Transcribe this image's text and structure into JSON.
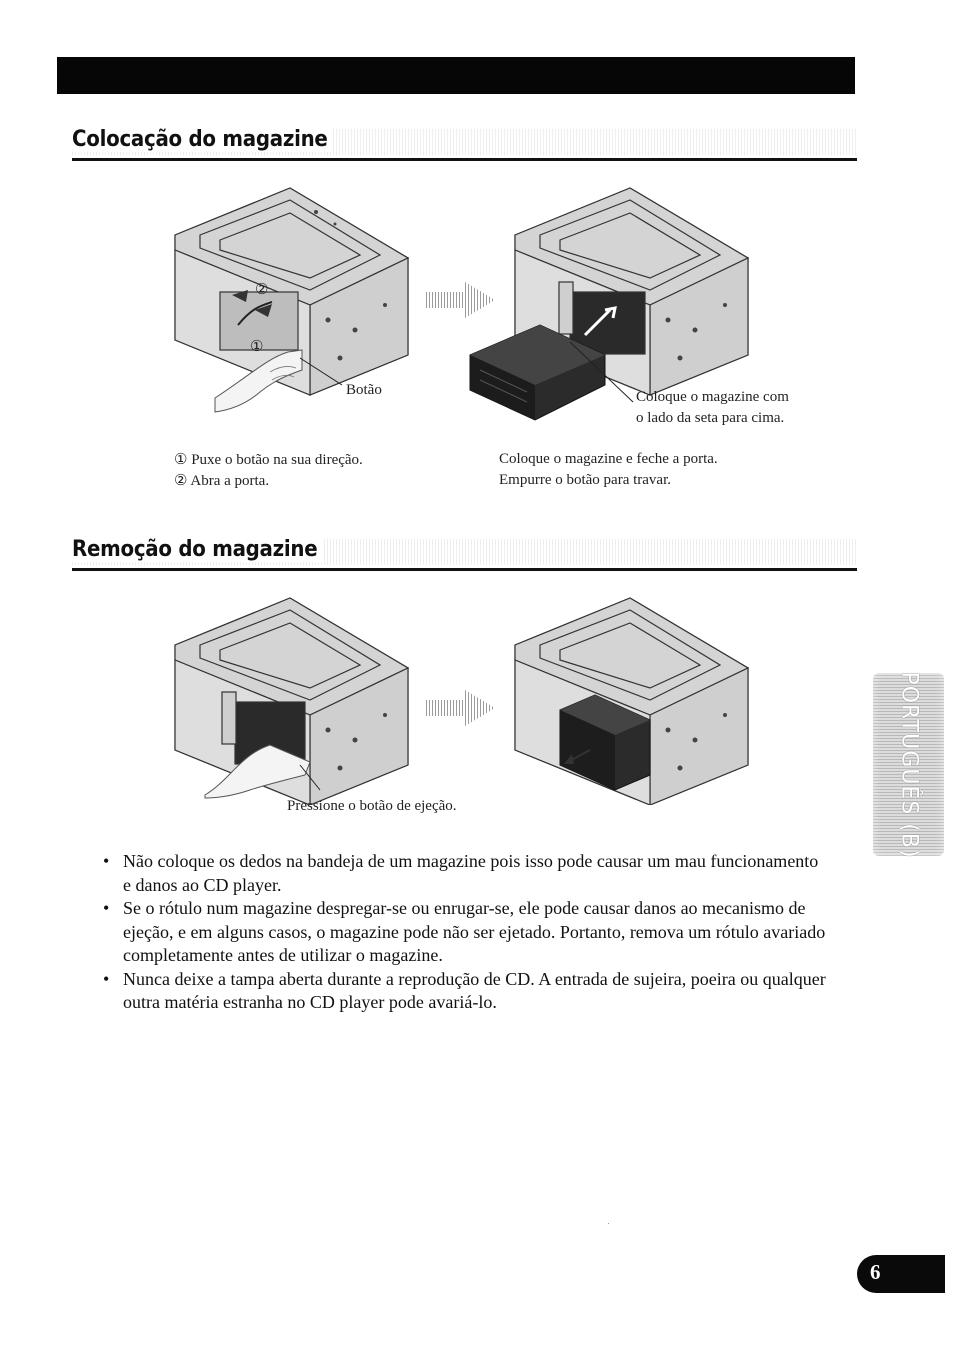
{
  "sections": [
    {
      "title": "Colocação do magazine"
    },
    {
      "title": "Remoção do magazine"
    }
  ],
  "figures": {
    "insert_left": {
      "label": "Botão",
      "step1": "①",
      "step2": "②"
    },
    "insert_right": {
      "callout_lines": [
        "Coloque o magazine com",
        "o lado da seta para cima."
      ]
    },
    "remove_left": {
      "callout": "Pressione o botão de ejeção."
    }
  },
  "captions": {
    "insert_left": [
      "① Puxe o botão na sua direção.",
      "② Abra a porta."
    ],
    "insert_right": [
      "Coloque o magazine e feche a porta.",
      "Empurre o botão para travar."
    ]
  },
  "bullets": [
    "Não coloque os dedos na bandeja de um magazine pois isso pode causar um mau funcionamento e danos ao CD player.",
    "Se o rótulo num magazine despregar-se ou enrugar-se, ele pode causar danos ao mecanismo de ejeção, e em alguns casos, o magazine pode não ser ejetado. Portanto, remova um rótulo avariado completamente antes de utilizar o magazine.",
    "Nunca deixe a tampa aberta durante a reprodução de CD. A entrada de sujeira, poeira ou qualquer outra matéria estranha no CD player pode avariá-lo."
  ],
  "bullet_symbol": "•",
  "side_tab": {
    "label": "PORTUGUÊS (B)"
  },
  "page_number": "6"
}
